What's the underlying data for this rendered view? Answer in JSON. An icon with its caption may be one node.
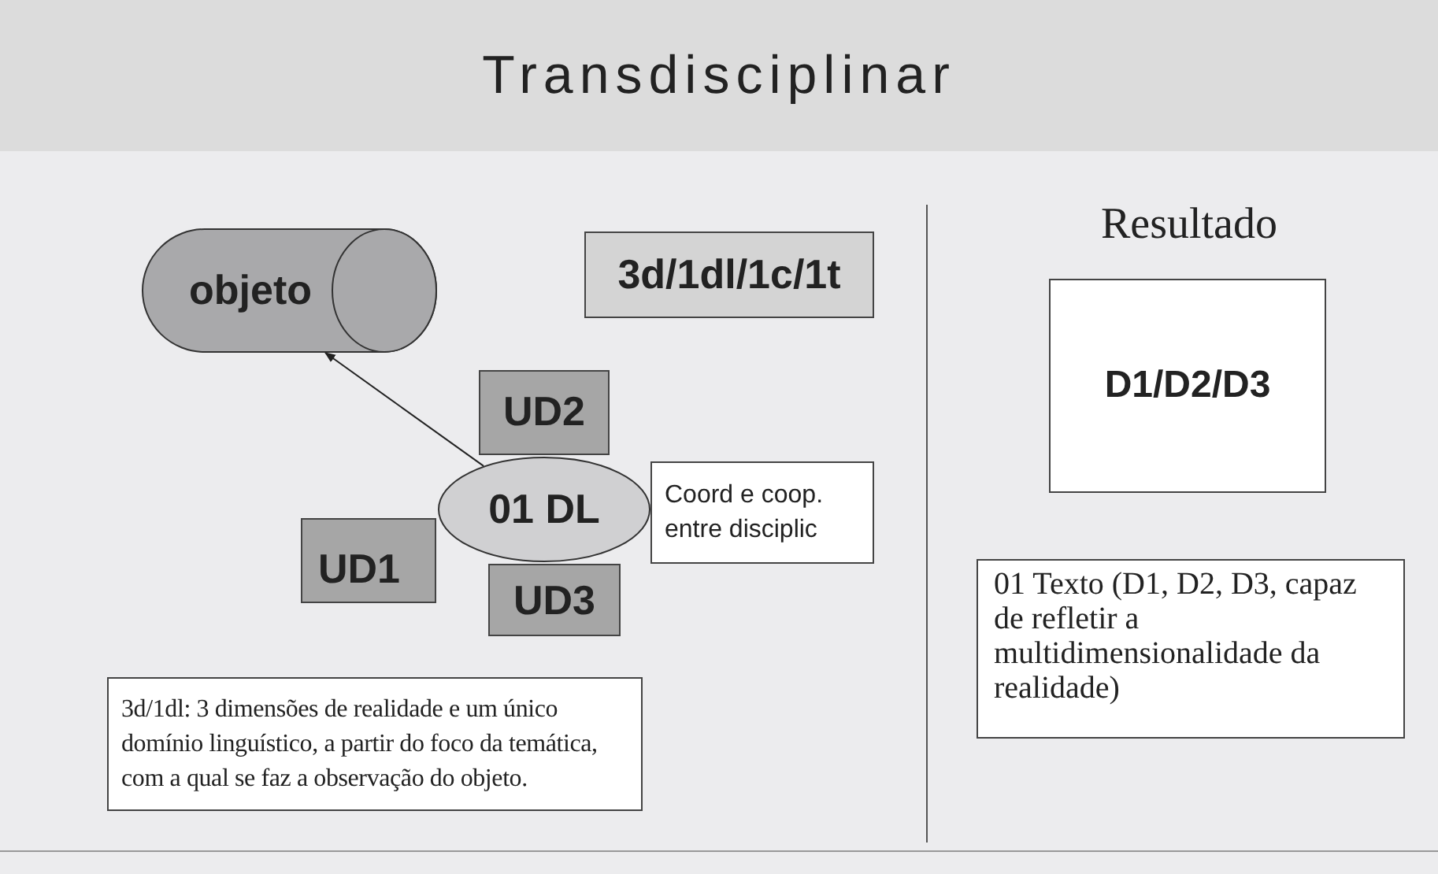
{
  "diagram": {
    "title": "Transdisciplinar",
    "nodes": [
      {
        "text": [
          "objeto"
        ]
      },
      {
        "text": [
          "3d/1dl/1c/1t"
        ]
      },
      {
        "text": [
          "UD2"
        ]
      },
      {
        "text": [
          "01 DL"
        ]
      },
      {
        "text": [
          "Coord e coop. entre disciplic"
        ]
      },
      {
        "text": [
          "UD1"
        ]
      },
      {
        "text": [
          "UD3"
        ]
      },
      {
        "text": [
          "3d/1dl: 3 dimensões de realidade e um único domínio linguístico, a partir do foco da temática, com a qual se faz a observação do objeto."
        ]
      },
      {
        "text": [
          "D1/D2/D3"
        ]
      },
      {
        "text": [
          "01 Texto (D1, D2, D3, capaz de refletir a multidimensionalidade da realidade)"
        ]
      }
    ],
    "edges": [
      {
        "from": 3,
        "to": 0,
        "arrow": "to"
      }
    ],
    "labels": [
      "Resultado"
    ]
  }
}
